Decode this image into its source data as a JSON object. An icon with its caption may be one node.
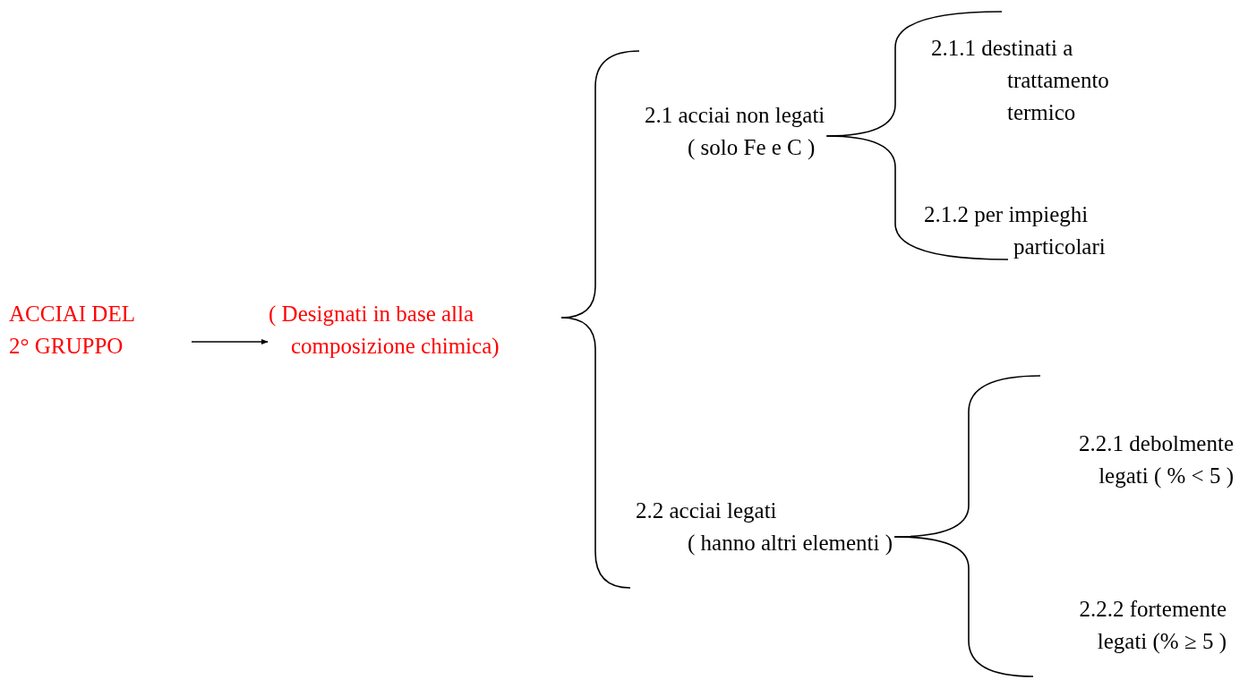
{
  "diagram": {
    "nodes": [
      {
        "text": [
          "ACCIAI DEL 2° GRUPPO"
        ]
      },
      {
        "text": [
          "( Designati in base alla composizione chimica)"
        ]
      },
      {
        "text": [
          "2.1  acciai non legati",
          "( solo Fe e C )"
        ]
      },
      {
        "text": [
          "2.1.1  destinati a trattamento termico"
        ]
      },
      {
        "text": [
          "2.1.2    per impieghi particolari"
        ]
      },
      {
        "text": [
          "2.2    acciai legati",
          "( hanno altri elementi )"
        ]
      },
      {
        "text": [
          "2.2.1 debolmente legati ( % < 5 )"
        ]
      },
      {
        "text": [
          "2.2.2 fortemente legati (% ≥ 5 )"
        ]
      }
    ],
    "edges": [
      {
        "from": 0,
        "to": 1,
        "arrow": "to"
      },
      {
        "from": 1,
        "to": 2,
        "arrow": "none"
      },
      {
        "from": 1,
        "to": 5,
        "arrow": "none"
      },
      {
        "from": 2,
        "to": 3,
        "arrow": "none"
      },
      {
        "from": 2,
        "to": 4,
        "arrow": "none"
      },
      {
        "from": 5,
        "to": 6,
        "arrow": "none"
      },
      {
        "from": 5,
        "to": 7,
        "arrow": "none"
      }
    ]
  }
}
